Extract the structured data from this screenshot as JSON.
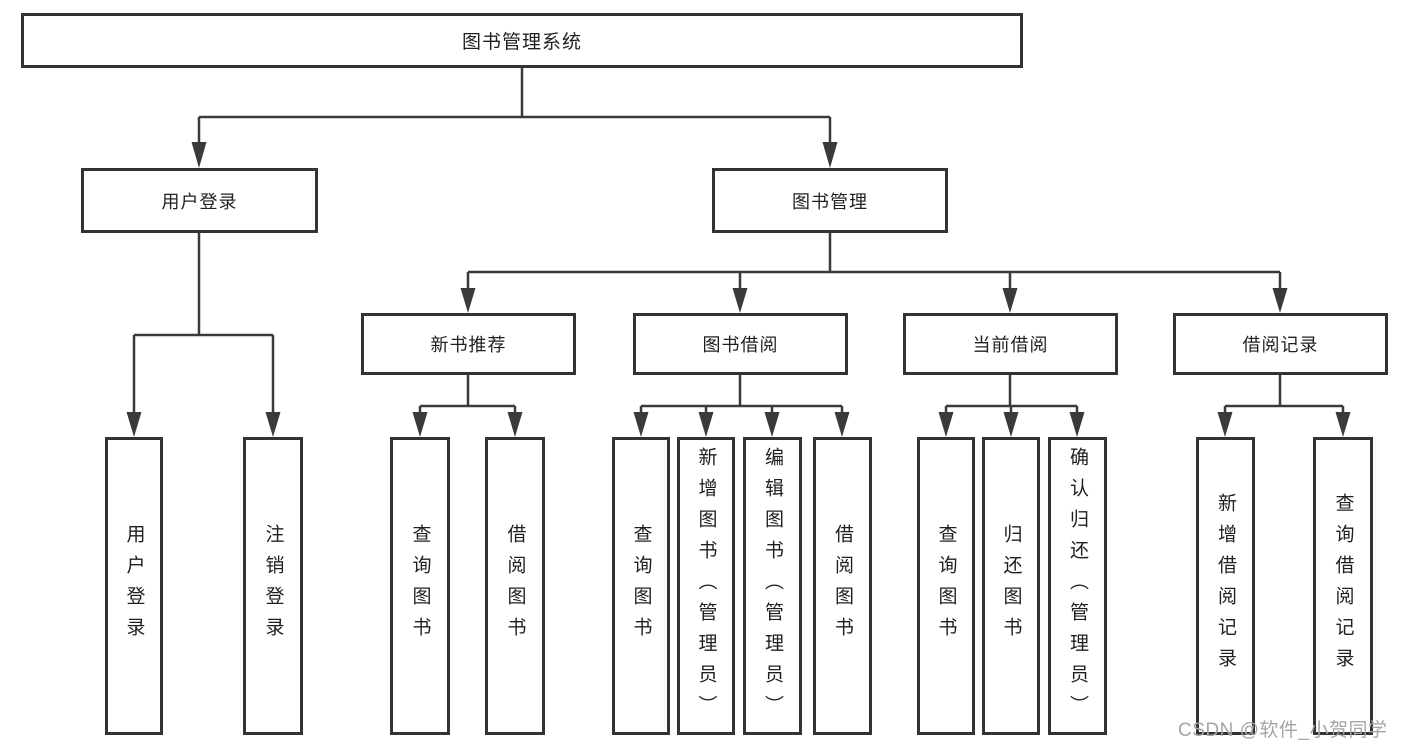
{
  "colors": {
    "line": "#3a3a3a",
    "box_border": "#333333",
    "text": "#1f1f1f",
    "background": "#ffffff",
    "watermark_color": "#a5a5a5"
  },
  "watermark": "CSDN @软件_小贺同学",
  "tree": {
    "root": {
      "label": "图书管理系统"
    },
    "level2": [
      {
        "label": "用户登录"
      },
      {
        "label": "图书管理"
      }
    ],
    "level3": [
      {
        "label": "新书推荐"
      },
      {
        "label": "图书借阅"
      },
      {
        "label": "当前借阅"
      },
      {
        "label": "借阅记录"
      }
    ],
    "leaves": {
      "user_login": [
        "用户登录",
        "注销登录"
      ],
      "new_books": [
        "查询图书",
        "借阅图书"
      ],
      "book_borrow": [
        "查询图书",
        "新增图书（管理员）",
        "编辑图书（管理员）",
        "借阅图书"
      ],
      "current_borrow": [
        "查询图书",
        "归还图书",
        "确认归还（管理员）"
      ],
      "borrow_records": [
        "新增借阅记录",
        "查询借阅记录"
      ]
    }
  }
}
